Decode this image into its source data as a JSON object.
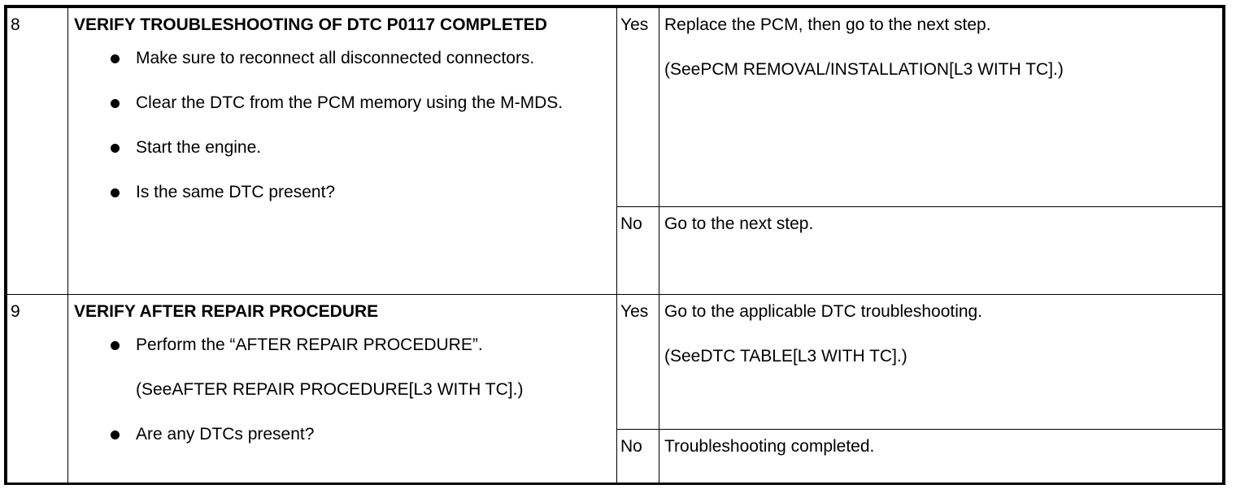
{
  "steps": [
    {
      "number": "8",
      "title": "VERIFY TROUBLESHOOTING OF DTC P0117 COMPLETED",
      "items": [
        {
          "text": "Make sure to reconnect all disconnected connectors."
        },
        {
          "text": "Clear the DTC from the PCM memory using the M-MDS."
        },
        {
          "text": "Start the engine."
        },
        {
          "text": "Is the same DTC present?"
        }
      ],
      "yes": {
        "label": "Yes",
        "lines": [
          "Replace the PCM, then go to the next step.",
          "(SeePCM REMOVAL/INSTALLATION[L3 WITH TC].)"
        ]
      },
      "no": {
        "label": "No",
        "lines": [
          "Go to the next step."
        ]
      }
    },
    {
      "number": "9",
      "title": "VERIFY AFTER REPAIR PROCEDURE",
      "items": [
        {
          "text": "Perform the “AFTER REPAIR PROCEDURE”.",
          "ref": "(SeeAFTER REPAIR PROCEDURE[L3 WITH TC].)"
        },
        {
          "text": "Are any DTCs present?"
        }
      ],
      "yes": {
        "label": "Yes",
        "lines": [
          "Go to the applicable DTC troubleshooting.",
          "(SeeDTC TABLE[L3 WITH TC].)"
        ]
      },
      "no": {
        "label": "No",
        "lines": [
          "Troubleshooting completed."
        ]
      }
    }
  ]
}
